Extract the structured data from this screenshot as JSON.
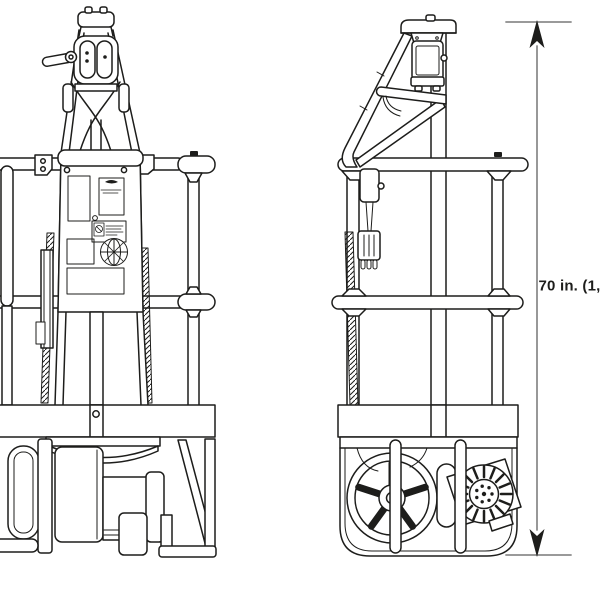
{
  "page": {
    "background": "#ffffff"
  },
  "figure": {
    "type": "technical line drawing",
    "subject": "vertical mast personnel/material lift shown in two elevation views",
    "views": [
      {
        "id": "front-view",
        "description": "front elevation: A-frame mast with control handles, label decals, guardrails, winch drum, wheel and support strut"
      },
      {
        "id": "side-view",
        "description": "side elevation: sloped guard tube, control box, power cord plug, guardrails, base tray with wheel and motor fan"
      }
    ]
  },
  "dimension": {
    "label": "70 in. (1,",
    "orientation": "vertical",
    "arrowheads": [
      "up",
      "down"
    ]
  },
  "decals": [
    "blank-rect-decal",
    "brand-decal",
    "warning-decal",
    "round-emblem-decal",
    "blank-rect-decal-2",
    "blank-rect-decal-3"
  ],
  "colors": {
    "line": "#1d1d1b",
    "dimension_line": "#8c8c8c",
    "text": "#1d1d1b",
    "background": "#ffffff"
  }
}
